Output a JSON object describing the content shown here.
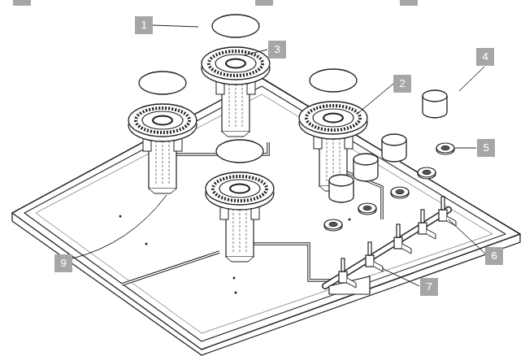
{
  "diagram": {
    "labels": [
      "1",
      "3",
      "2",
      "4",
      "5",
      "6",
      "7",
      "9"
    ]
  }
}
